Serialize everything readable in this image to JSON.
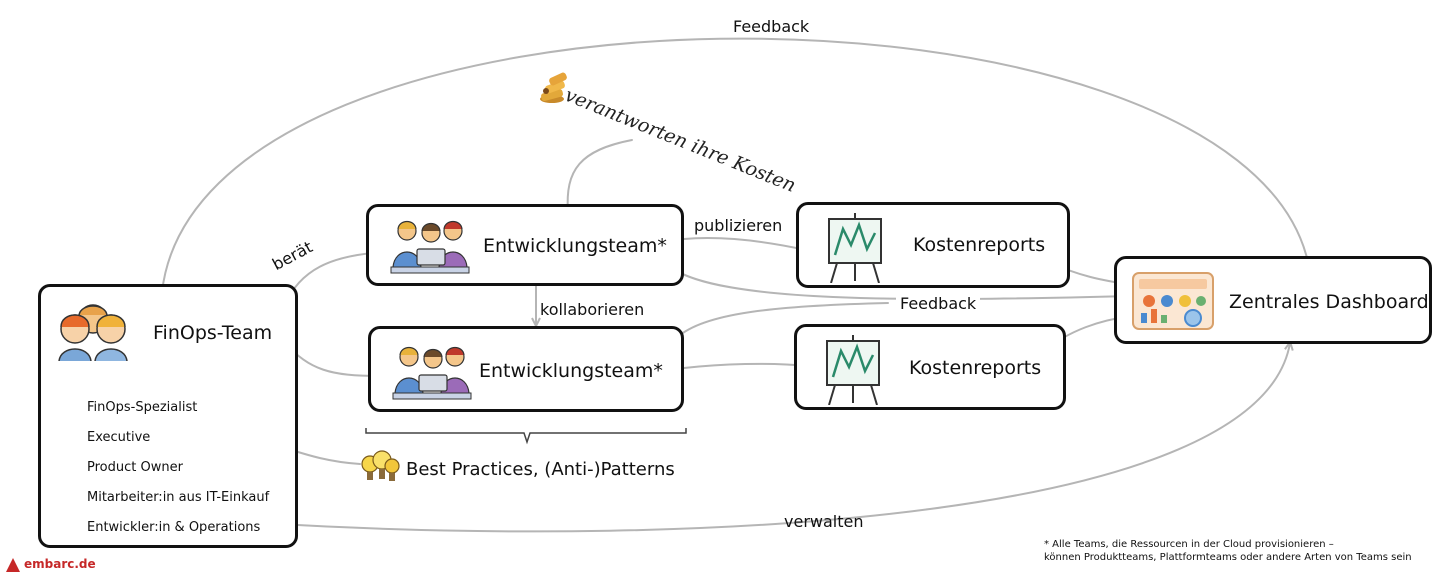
{
  "labels": {
    "feedback_top": "Feedback",
    "verantworten": "verantworten ihre Kosten",
    "publizieren": "publizieren",
    "beraet": "berät",
    "kollaborieren": "kollaborieren",
    "feedback_mid": "Feedback",
    "verwalten": "verwalten"
  },
  "boxes": {
    "finops_team": "FinOps-Team",
    "dev_team_1": "Entwicklungsteam*",
    "dev_team_2": "Entwicklungsteam*",
    "reports_1": "Kostenreports",
    "reports_2": "Kostenreports",
    "dashboard": "Zentrales Dashboard"
  },
  "roles": [
    "FinOps-Spezialist",
    "Executive",
    "Product Owner",
    "Mitarbeiter:in aus IT-Einkauf",
    "Entwickler:in & Operations"
  ],
  "best_practices": "Best Practices, (Anti-)Patterns",
  "footnote": {
    "line1": "* Alle Teams, die Ressourcen in der Cloud provisionieren –",
    "line2": "können Produktteams, Plattformteams oder andere Arten von Teams sein"
  },
  "logo": {
    "text": "embarc.de",
    "color": "#c62828"
  },
  "colors": {
    "arrow": "#b5b5b5",
    "border": "#111111"
  },
  "icons": {
    "finops": "people-team-icon",
    "dev": "developers-laptop-icon",
    "report": "chart-easel-icon",
    "dashboard": "dashboard-screen-icon",
    "coins": "coins-stack-icon",
    "bulbs": "lightbulbs-icon"
  }
}
